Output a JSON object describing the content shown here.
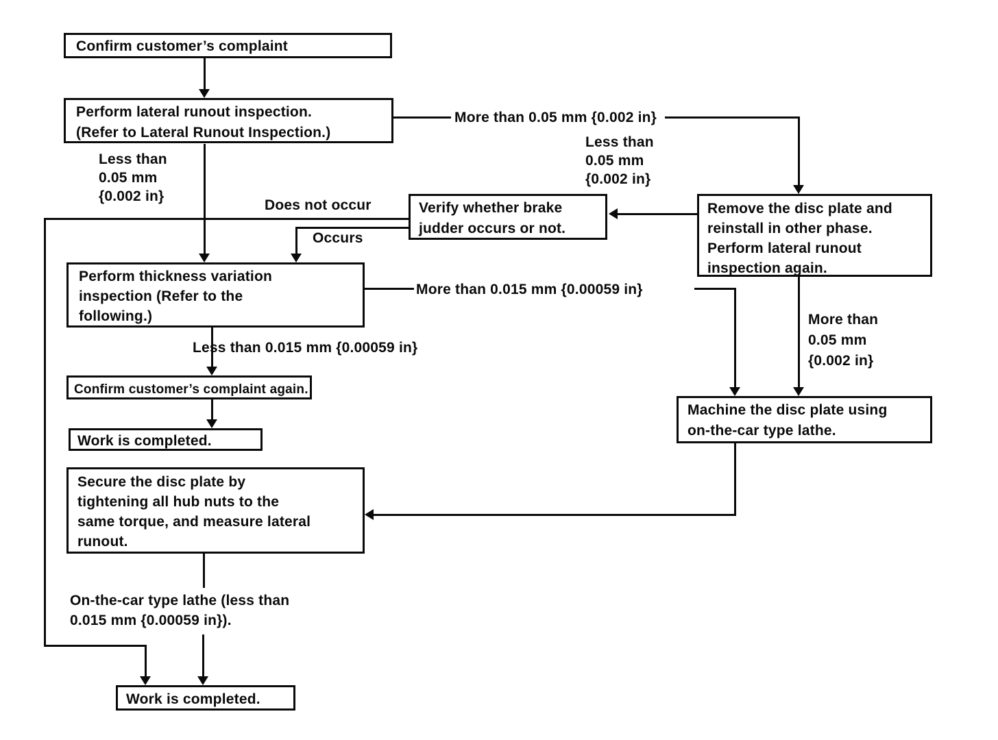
{
  "colors": {
    "background": "#ffffff",
    "ink": "#0a0a0a"
  },
  "flowchart": {
    "nodes": {
      "confirm_complaint": "Confirm customer’s complaint",
      "lateral_runout": "Perform lateral runout inspection.\n(Refer to Lateral Runout Inspection.)",
      "verify_judder": "Verify whether brake\njudder occurs or not.",
      "remove_reinstall": "Remove the disc plate and\nreinstall in other phase.\nPerform lateral runout\ninspection again.",
      "thickness_variation": "Perform thickness variation\ninspection (Refer to the\nfollowing.)",
      "confirm_again": "Confirm customer’s complaint again.",
      "work_completed_1": "Work is completed.",
      "secure_disc": "Secure the disc plate by\ntightening all hub nuts to the\nsame torque, and measure lateral\nrunout.",
      "machine_disc": "Machine the disc plate using\non-the-car type lathe.",
      "work_completed_2": "Work is completed."
    },
    "edge_labels": {
      "more_than_005_top": "More than 0.05 mm {0.002 in}",
      "less_than_005_right": "Less than\n0.05 mm\n{0.002 in}",
      "less_than_005_left": "Less than\n0.05 mm\n{0.002 in}",
      "does_not_occur": "Does not occur",
      "occurs": "Occurs",
      "more_than_0015": "More than 0.015 mm {0.00059 in}",
      "less_than_0015": "Less than 0.015 mm {0.00059 in}",
      "more_than_005_bottom": "More than\n0.05 mm\n{0.002 in}",
      "on_the_car_lathe": "On-the-car type lathe (less than\n0.015 mm {0.00059 in})."
    }
  }
}
